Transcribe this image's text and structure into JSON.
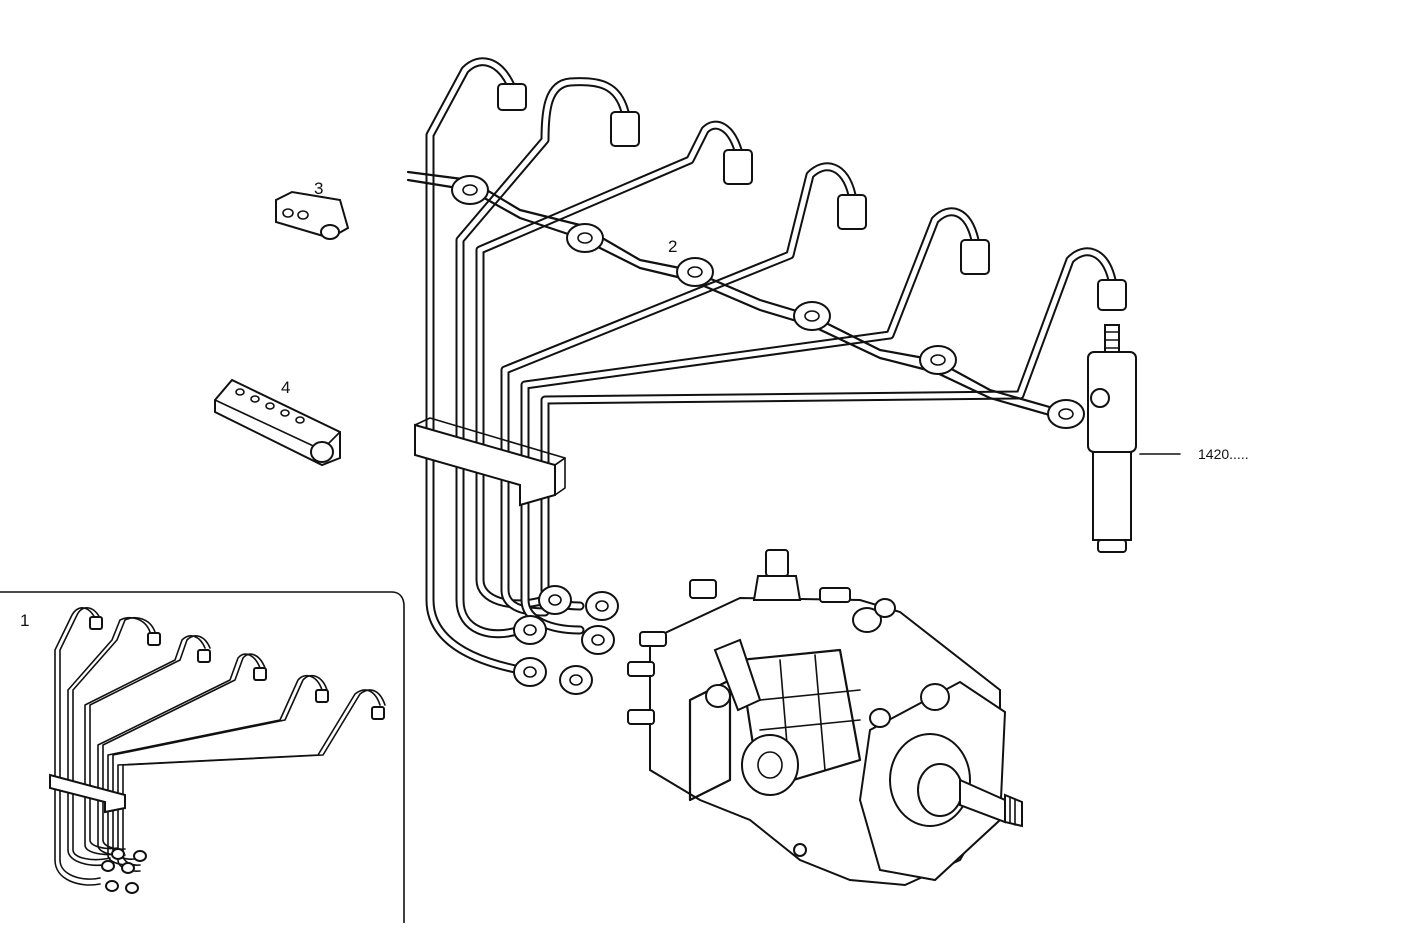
{
  "labels": {
    "inset": "1",
    "pipes": "2",
    "clamp_small": "3",
    "clamp_large": "4",
    "injector": "1420....."
  }
}
